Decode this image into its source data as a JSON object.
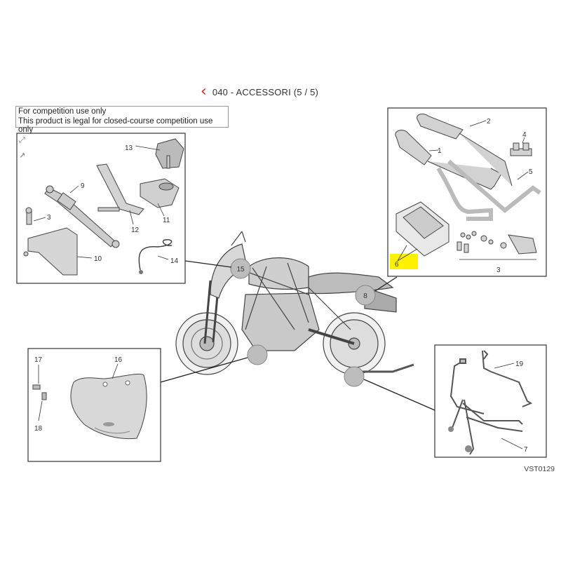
{
  "header": {
    "back_icon": "chevron-left-icon",
    "title": "040 - ACCESSORI (5 / 5)",
    "accent": "#d9222a"
  },
  "tooltip": {
    "line1": "For competition use only",
    "line2": "This product is legal for closed-course competition use only"
  },
  "callouts": {
    "c1": "1",
    "c2": "2",
    "c3": "3",
    "c3b": "3",
    "c4": "4",
    "c5": "5",
    "c6": "6",
    "c7": "7",
    "c8": "8",
    "c9": "9",
    "c10": "10",
    "c11": "11",
    "c12": "12",
    "c13": "13",
    "c14": "14",
    "c15": "15",
    "c16": "16",
    "c17": "17",
    "c18": "18",
    "c19": "19"
  },
  "highlight_color": "#fff200",
  "drawing_code": "VST0129"
}
